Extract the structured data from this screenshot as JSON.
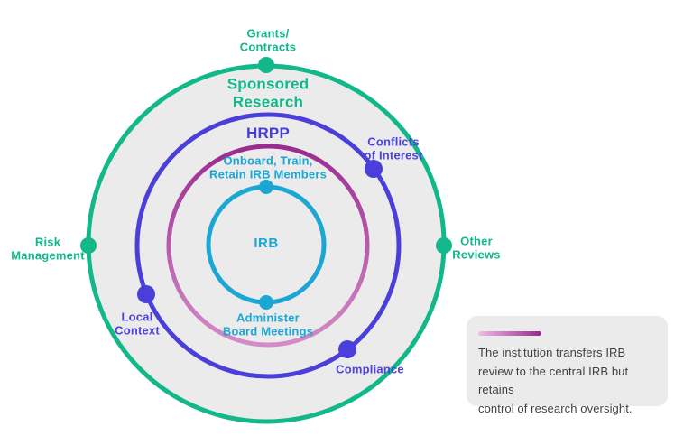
{
  "colors": {
    "teal": "#12b78a",
    "indigo": "#4a3fd9",
    "cyan": "#1ba6d4",
    "magenta_dark": "#9a2b90",
    "magenta_light": "#d48cc7",
    "disc_fill": "#ebebeb",
    "legend_bg": "#ebebeb",
    "legend_gradient_from": "#efbbe7",
    "legend_gradient_to": "#96288f",
    "legend_text_color": "#414141"
  },
  "rings": {
    "outer_label": "Sponsored\nResearch",
    "hrpp_label": "HRPP",
    "irb_label": "IRB"
  },
  "nodes": {
    "grants": "Grants/\nContracts",
    "risk": "Risk\nManagement",
    "other": "Other\nReviews",
    "conflicts": "Conflicts\nof Interest",
    "local_context": "Local\nContext",
    "compliance": "Compliance",
    "onboard": "Onboard, Train,\nRetain IRB Members",
    "administer": "Administer\nBoard Meetings"
  },
  "legend": {
    "text": "The institution transfers IRB\nreview to the central IRB but retains\ncontrol of research oversight."
  }
}
